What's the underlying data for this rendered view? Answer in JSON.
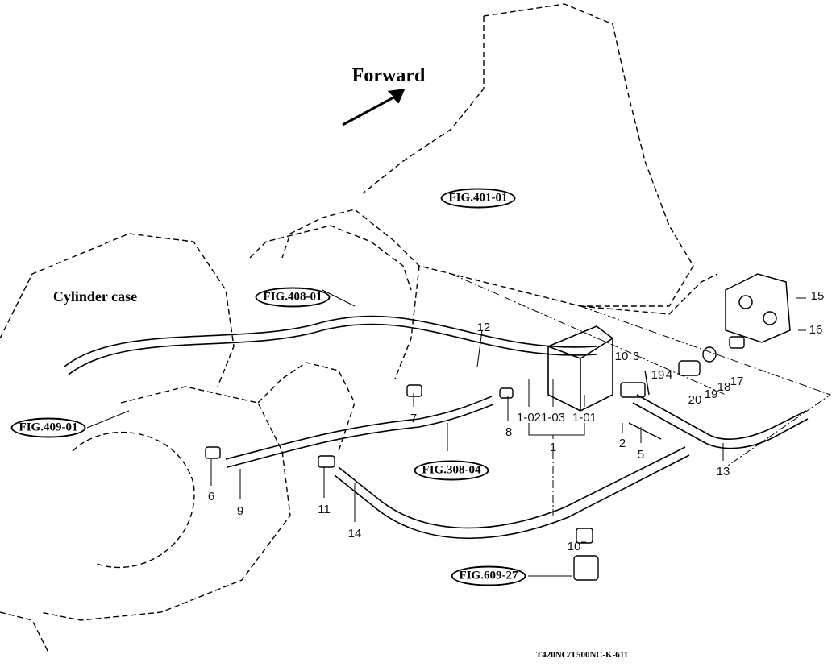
{
  "title": "Forward",
  "area_label": "Cylinder case",
  "figure_refs": [
    "FIG.401-01",
    "FIG.408-01",
    "FIG.409-01",
    "FIG.308-04",
    "FIG.609-27"
  ],
  "part_numbers": {
    "p15": "15",
    "p16": "16",
    "p12": "12",
    "p10a": "10",
    "p3": "3",
    "p19a": "19",
    "p4": "4",
    "p20": "20",
    "p19b": "19",
    "p18": "18",
    "p17": "17",
    "p7": "7",
    "p8": "8",
    "p1_02": "1-02",
    "p1_03": "1-03",
    "p1_01": "1-01",
    "p1": "1",
    "p2": "2",
    "p5": "5",
    "p13": "13",
    "p6": "6",
    "p9": "9",
    "p11": "11",
    "p14": "14",
    "p10b": "10"
  },
  "drawing_code": "T420NC/T500NC-K-611"
}
